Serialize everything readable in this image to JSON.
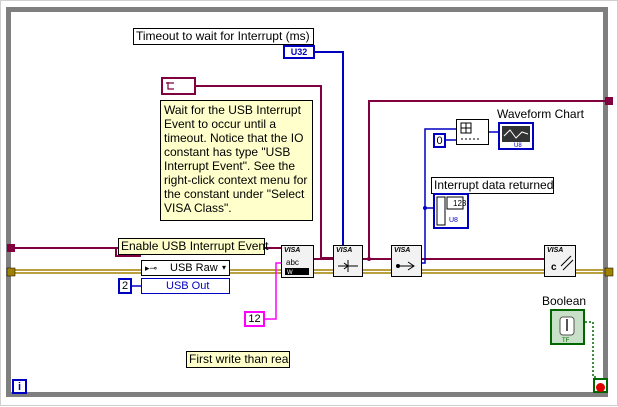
{
  "labels": {
    "timeout": "Timeout to wait for Interrupt (ms)",
    "timeout_type": "U32",
    "enable_event": "Enable USB Interrupt Event",
    "waveform_chart": "Waveform Chart",
    "interrupt_data": "Interrupt data returned",
    "boolean": "Boolean",
    "first_write": "First write than rea"
  },
  "comment": "Wait for the USB Interrupt Event to occur until a timeout.  Notice that the IO constant has type \"USB Interrupt Event\".  See the right-click context menu for the constant under \"Select VISA Class\".",
  "constants": {
    "usb_raw": "USB Raw",
    "usb_out": "USB Out",
    "usb_out_index": "2",
    "write_count": "12",
    "array_index": "0",
    "array_value": "123",
    "array_type": "U8",
    "chart_type": "U8",
    "bool_type": "TF",
    "visa_tag": "VISA",
    "iter_terminal": "i"
  },
  "colors": {
    "visa_wire": "#800040",
    "error_wire": "#a08000",
    "int_wire": "#0000c0",
    "string_wire": "#ff00ff",
    "bool_wire": "#006600",
    "loop_border": "#7f7f7f",
    "comment_bg": "#ffffcc"
  },
  "icons": {
    "visa_write": "visa-write-icon",
    "visa_wait_event": "visa-wait-event-icon",
    "visa_read_event_data": "visa-usb-event-data-icon",
    "visa_close": "visa-close-icon",
    "array_subset": "array-index-icon",
    "enable_event": "enable-event-icon",
    "stop": "stop-icon"
  }
}
